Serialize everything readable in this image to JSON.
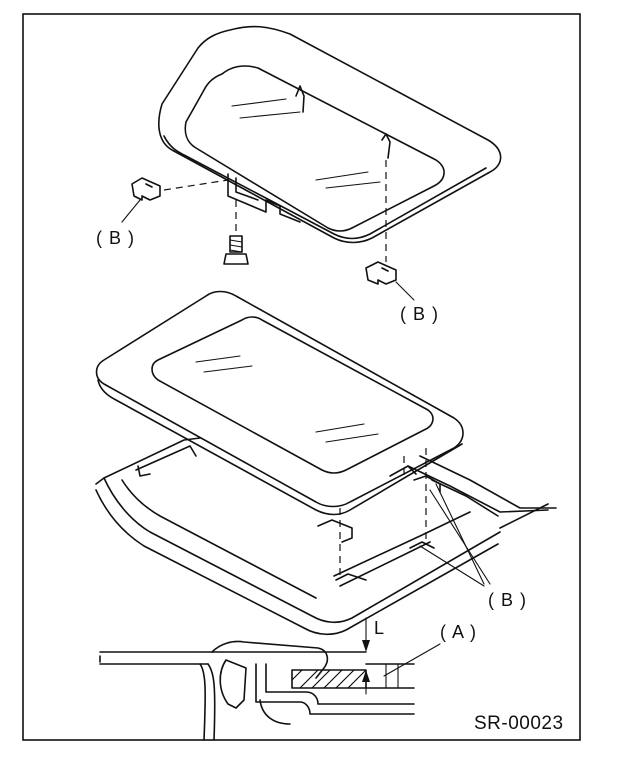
{
  "labels": {
    "clip_b_left": "( B )",
    "clip_b_right": "( B )",
    "clip_b_lower": "( B )",
    "part_a": "( A )",
    "dimension_l": "L",
    "figure_id": "SR-00023"
  },
  "colors": {
    "ink": "#111111",
    "background": "#ffffff"
  }
}
